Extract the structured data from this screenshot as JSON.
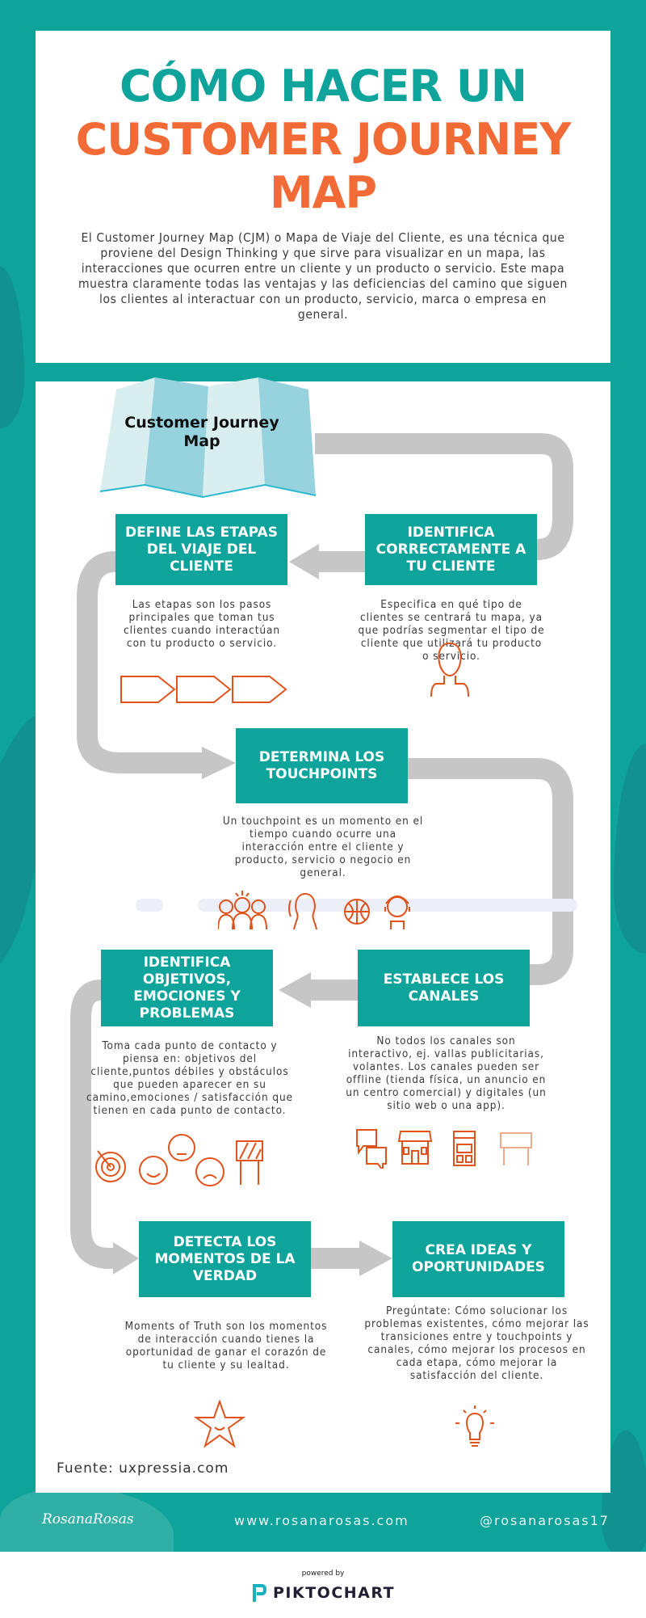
{
  "header": {
    "title_line1": "CÓMO HACER UN",
    "title_line2": "CUSTOMER JOURNEY",
    "title_line3": "MAP",
    "intro": "El Customer Journey Map (CJM) o Mapa de Viaje del Cliente, es una técnica que proviene del Design Thinking y que sirve para visualizar en un mapa, las interacciones que ocurren entre un cliente y un producto o servicio. Este mapa muestra claramente todas las ventajas y las deficiencias del camino que siguen los clientes al interactuar con un producto, servicio, marca o empresa en general."
  },
  "map_label": "Customer Journey Map",
  "steps": [
    {
      "title": "IDENTIFICA CORRECTAMENTE A TU CLIENTE",
      "desc": "Especifica en qué tipo de clientes se centrará tu mapa, ya que podrías segmentar el tipo de cliente que utilizará tu producto o servicio."
    },
    {
      "title": "DEFINE LAS ETAPAS DEL VIAJE DEL CLIENTE",
      "desc": "Las etapas son los pasos principales que toman tus clientes cuando interactúan con tu producto o servicio."
    },
    {
      "title": "DETERMINA LOS TOUCHPOINTS",
      "desc": "Un touchpoint es un momento en el tiempo cuando ocurre una interacción entre el cliente y producto, servicio o negocio en general."
    },
    {
      "title": "ESTABLECE LOS CANALES",
      "desc": "No todos los canales son interactivo, ej. vallas publicitarias, volantes. Los canales pueden ser offline (tienda física, un anuncio en un centro comercial) y digitales (un sitio web o una app)."
    },
    {
      "title": "IDENTIFICA OBJETIVOS, EMOCIONES Y PROBLEMAS",
      "desc": "Toma cada punto de contacto y piensa en: objetivos del cliente,puntos débiles y obstáculos que pueden aparecer en su camino,emociones / satisfacción que tienen en cada punto de contacto."
    },
    {
      "title": "DETECTA LOS MOMENTOS DE LA VERDAD",
      "desc": "Moments of Truth son los momentos de interacción cuando tienes la oportunidad de ganar el corazón de tu cliente y su lealtad."
    },
    {
      "title": "CREA IDEAS Y OPORTUNIDADES",
      "desc": "Pregúntate: Cómo solucionar los problemas existentes, cómo mejorar las transiciones entre y touchpoints y canales, cómo mejorar los procesos en cada etapa, cómo mejorar la satisfacción del cliente."
    }
  ],
  "source": "Fuente: uxpressia.com",
  "footer": {
    "logo": "RosanaRosas",
    "website": "www.rosanarosas.com",
    "handle": "@rosanarosas17",
    "powered_by": "powered by",
    "brand": "PIKTOCHART"
  },
  "colors": {
    "teal": "#0ea39b",
    "orange": "#f26a35",
    "icon": "#e0531c",
    "pipe": "#c6c6c6"
  }
}
